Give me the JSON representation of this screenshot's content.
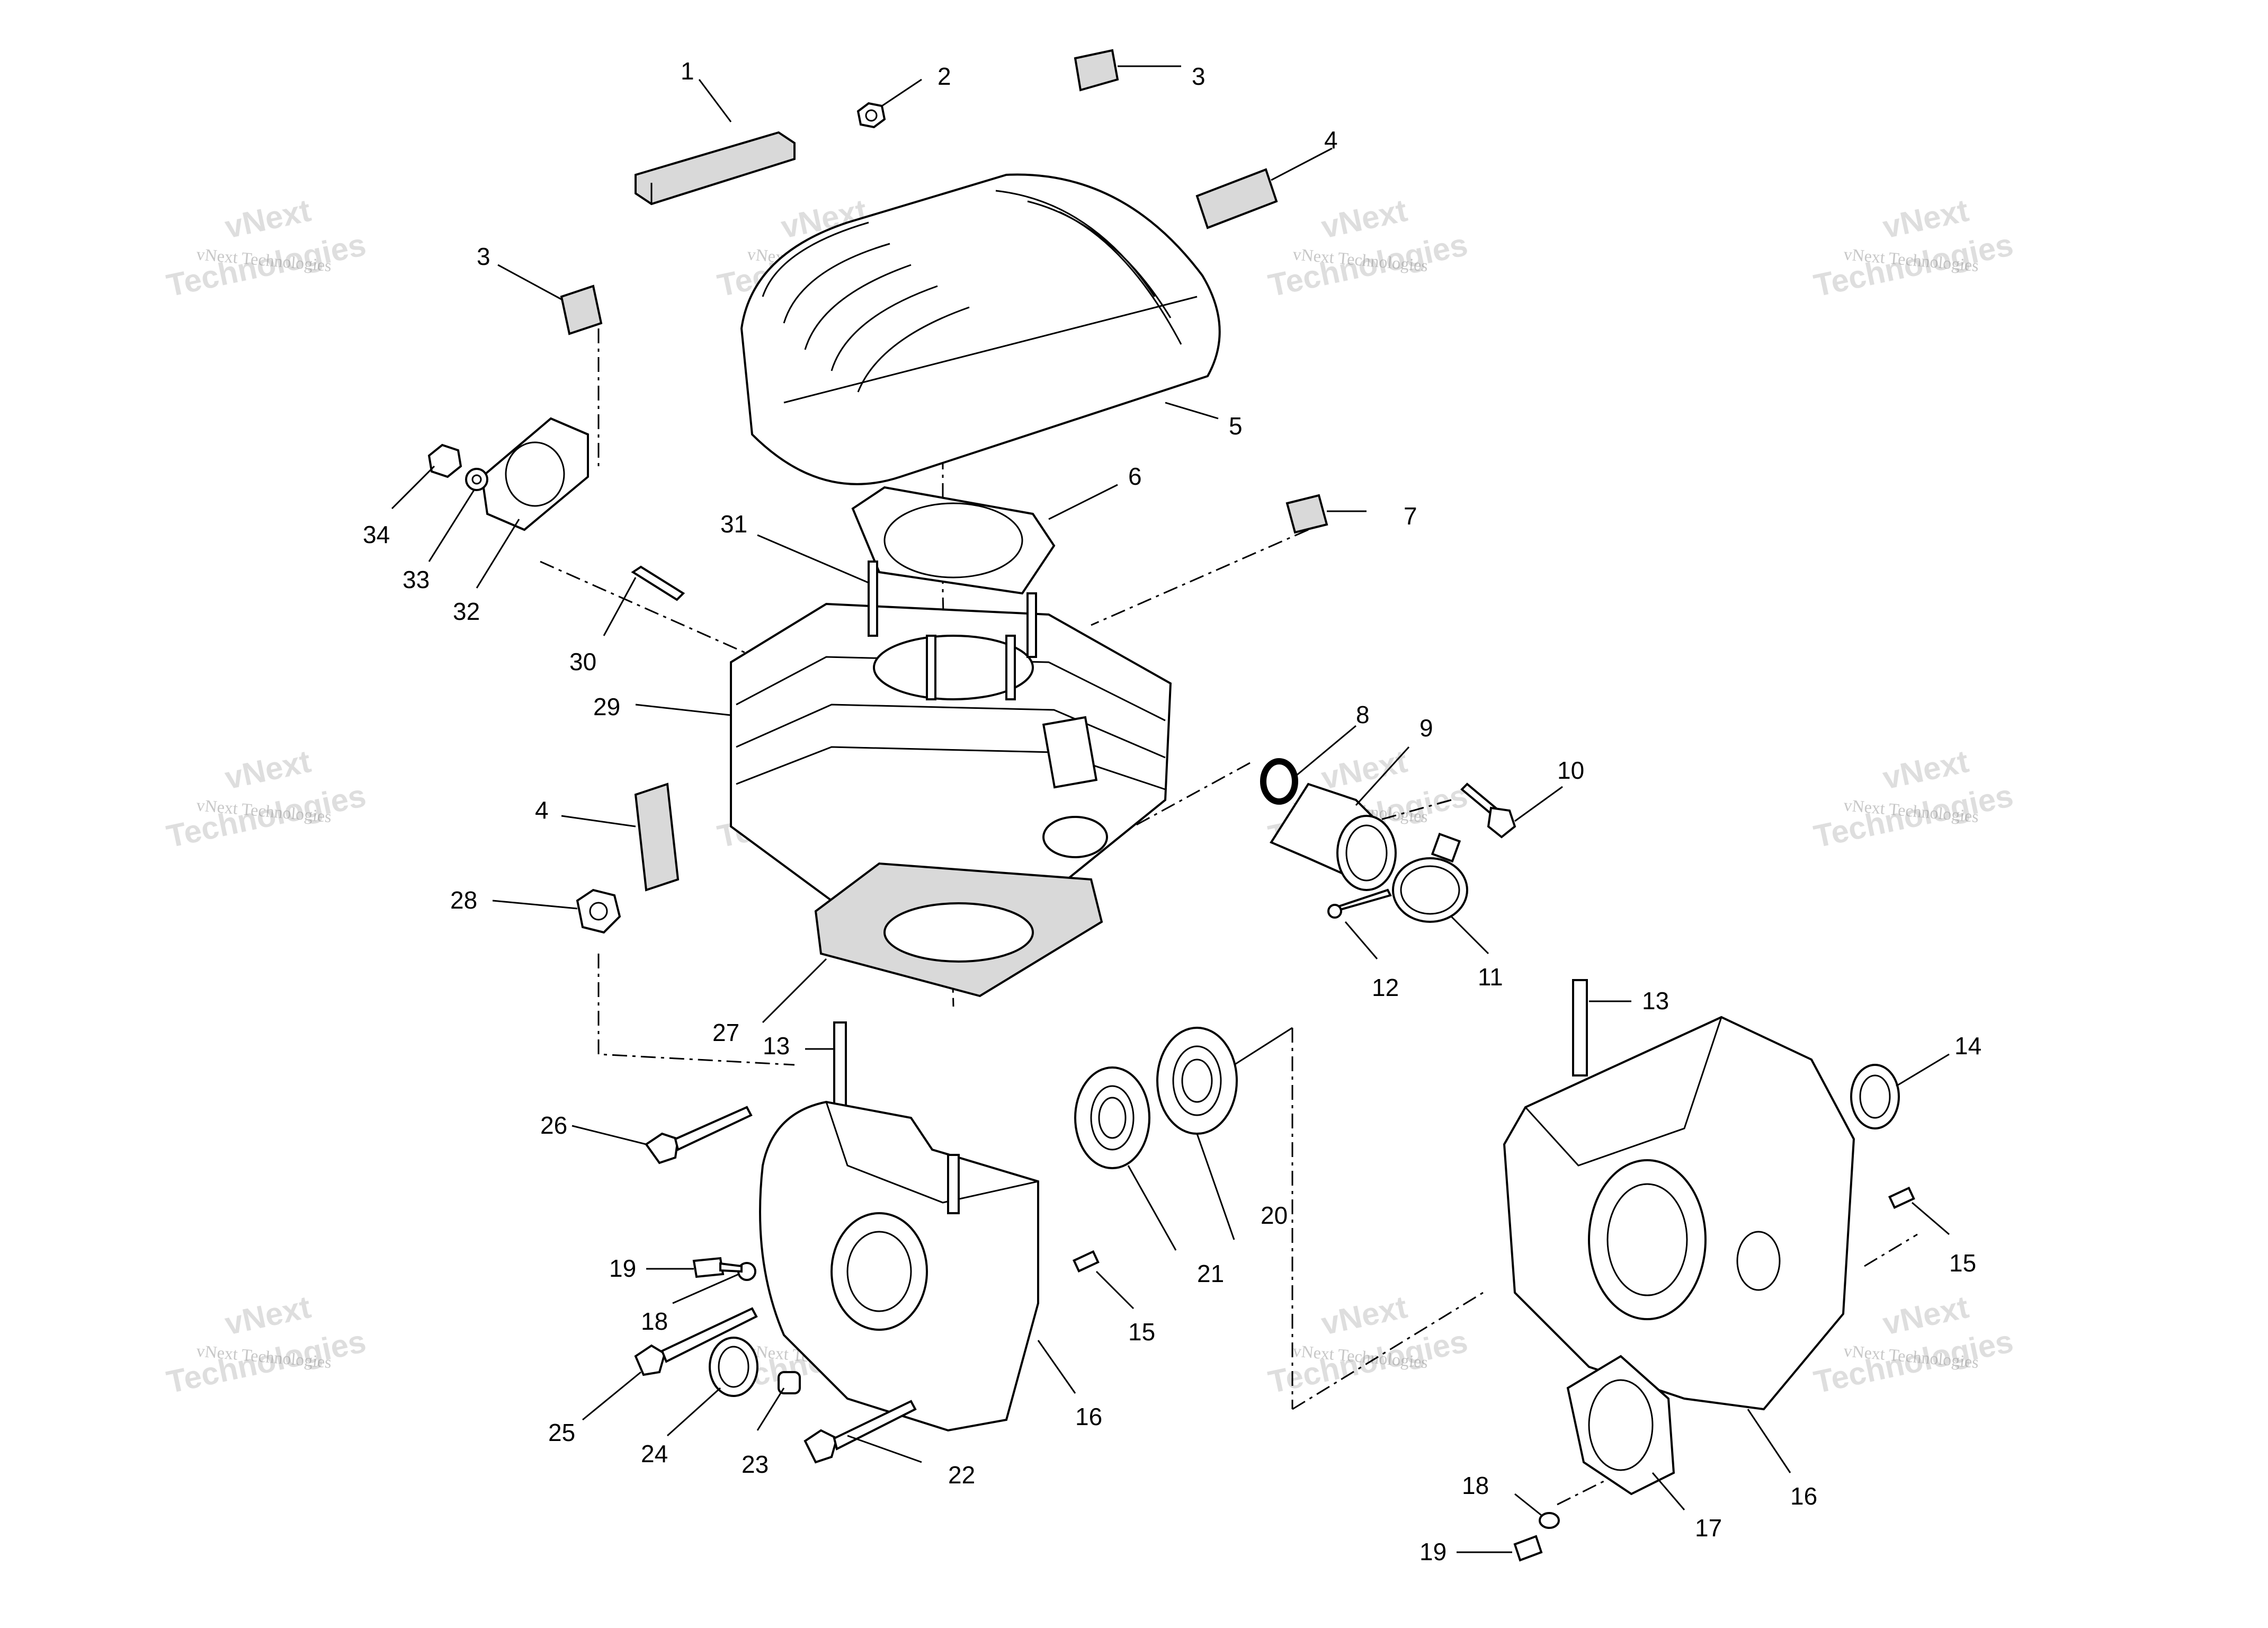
{
  "watermark": {
    "brand_line": "vNext Technologies",
    "big_word_1": "vNext",
    "big_word_2": "Technologies"
  },
  "callouts": {
    "c1": "1",
    "c2": "2",
    "c3a": "3",
    "c3b": "3",
    "c4a": "4",
    "c4b": "4",
    "c5": "5",
    "c6": "6",
    "c7": "7",
    "c8": "8",
    "c9": "9",
    "c10": "10",
    "c11": "11",
    "c12": "12",
    "c13a": "13",
    "c13b": "13",
    "c14": "14",
    "c15a": "15",
    "c15b": "15",
    "c16a": "16",
    "c16b": "16",
    "c17": "17",
    "c18a": "18",
    "c18b": "18",
    "c19a": "19",
    "c19b": "19",
    "c20": "20",
    "c21": "21",
    "c22": "22",
    "c23": "23",
    "c24": "24",
    "c25": "25",
    "c26": "26",
    "c27": "27",
    "c28": "28",
    "c29": "29",
    "c30": "30",
    "c31": "31",
    "c32": "32",
    "c33": "33",
    "c34": "34"
  }
}
